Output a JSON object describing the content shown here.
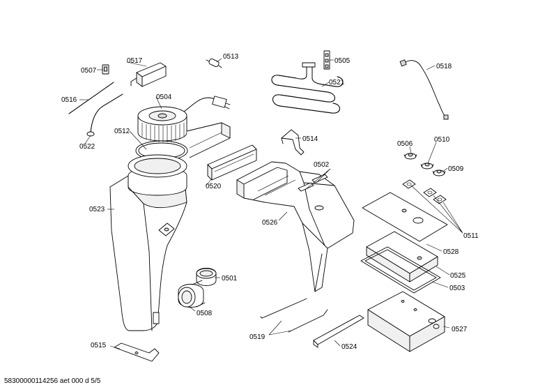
{
  "labels": {
    "p0507": "0507",
    "p0517": "0517",
    "p0513": "0513",
    "p0505": "0505",
    "p0518": "0518",
    "p0521": "0521",
    "p0516": "0516",
    "p0504": "0504",
    "p0522": "0522",
    "p0512": "0512",
    "p0514": "0514",
    "p0506": "0506",
    "p0510": "0510",
    "p0509": "0509",
    "p0502": "0502",
    "p0520": "0520",
    "p0523": "0523",
    "p0526": "0526",
    "p0511": "0511",
    "p0528": "0528",
    "p0525": "0525",
    "p0503": "0503",
    "p0501": "0501",
    "p0508": "0508",
    "p0527": "0527",
    "p0519": "0519",
    "p0524": "0524",
    "p0515": "0515"
  },
  "footer": "58300000114256 aet 000 d 5/5"
}
